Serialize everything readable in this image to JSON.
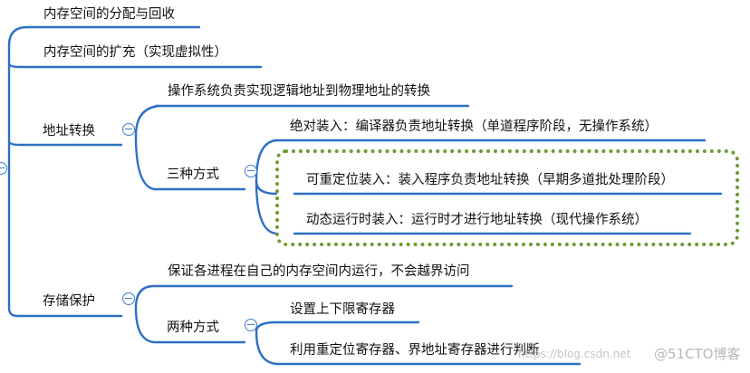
{
  "nodes": {
    "n1": "内存空间的分配与回收",
    "n2": "内存空间的扩充（实现虚拟性）",
    "n3": "地址转换",
    "n3a": "操作系统负责实现逻辑地址到物理地址的转换",
    "n3b": "三种方式",
    "n3b1": "绝对装入：编译器负责地址转换（单道程序阶段，无操作系统）",
    "n3b2": "可重定位装入：装入程序负责地址转换（早期多道批处理阶段）",
    "n3b3": "动态运行时装入：运行时才进行地址转换（现代操作系统）",
    "n4": "存储保护",
    "n4a": "保证各进程在自己的内存空间内运行，不会越界访问",
    "n4b": "两种方式",
    "n4b1": "设置上下限寄存器",
    "n4b2": "利用重定位寄存器、界地址寄存器进行判断"
  },
  "watermark": {
    "text": "https://blog.csdn.net",
    "brand": "@51CTO博客"
  },
  "colors": {
    "branch": "#2e6fc2",
    "underline": "#2e6fc2",
    "boundary": "#6c9a2f",
    "collapse_button": "#3d7cc9"
  }
}
